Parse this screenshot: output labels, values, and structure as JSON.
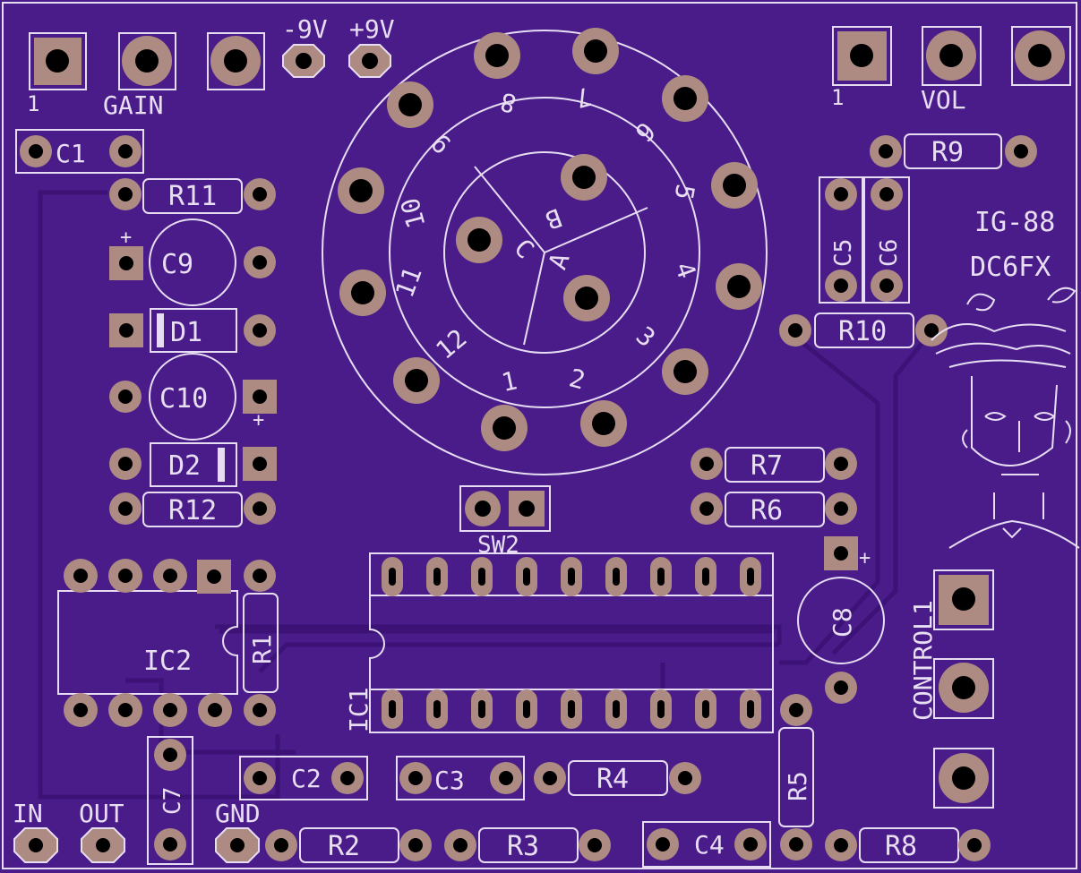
{
  "colors": {
    "board": "#4a1c8a",
    "silkscreen": "#e6ddf3",
    "copper_pad": "#ad8b82",
    "drill": "#000000",
    "trace": "#3c1277"
  },
  "top_labels": {
    "gain_pin1": "1",
    "gain": "GAIN",
    "minus9v": "-9V",
    "plus9v": "+9V",
    "vol_pin1": "1",
    "vol": "VOL"
  },
  "rotary_switch": {
    "positions": [
      "1",
      "2",
      "3",
      "4",
      "5",
      "6",
      "7",
      "8",
      "9",
      "10",
      "11",
      "12"
    ],
    "poles": [
      "A",
      "B",
      "C"
    ]
  },
  "branding": {
    "line1": "IG-88",
    "line2": "DC6FX"
  },
  "components": {
    "c1": "C1",
    "r11": "R11",
    "c9": "C9",
    "d1": "D1",
    "c10": "C10",
    "d2": "D2",
    "r12": "R12",
    "ic2": "IC2",
    "r1": "R1",
    "c7": "C7",
    "c2": "C2",
    "c3": "C3",
    "r4": "R4",
    "r2": "R2",
    "r3": "R3",
    "c4": "C4",
    "r5": "R5",
    "r8": "R8",
    "r9": "R9",
    "c5": "C5",
    "c6": "C6",
    "r10": "R10",
    "r7": "R7",
    "r6": "R6",
    "c8": "C8",
    "ic1": "IC1",
    "sw2": "SW2",
    "control1": "CONTROL1"
  },
  "polarity": {
    "plus": "+"
  },
  "bottom_labels": {
    "in": "IN",
    "out": "OUT",
    "gnd": "GND"
  }
}
